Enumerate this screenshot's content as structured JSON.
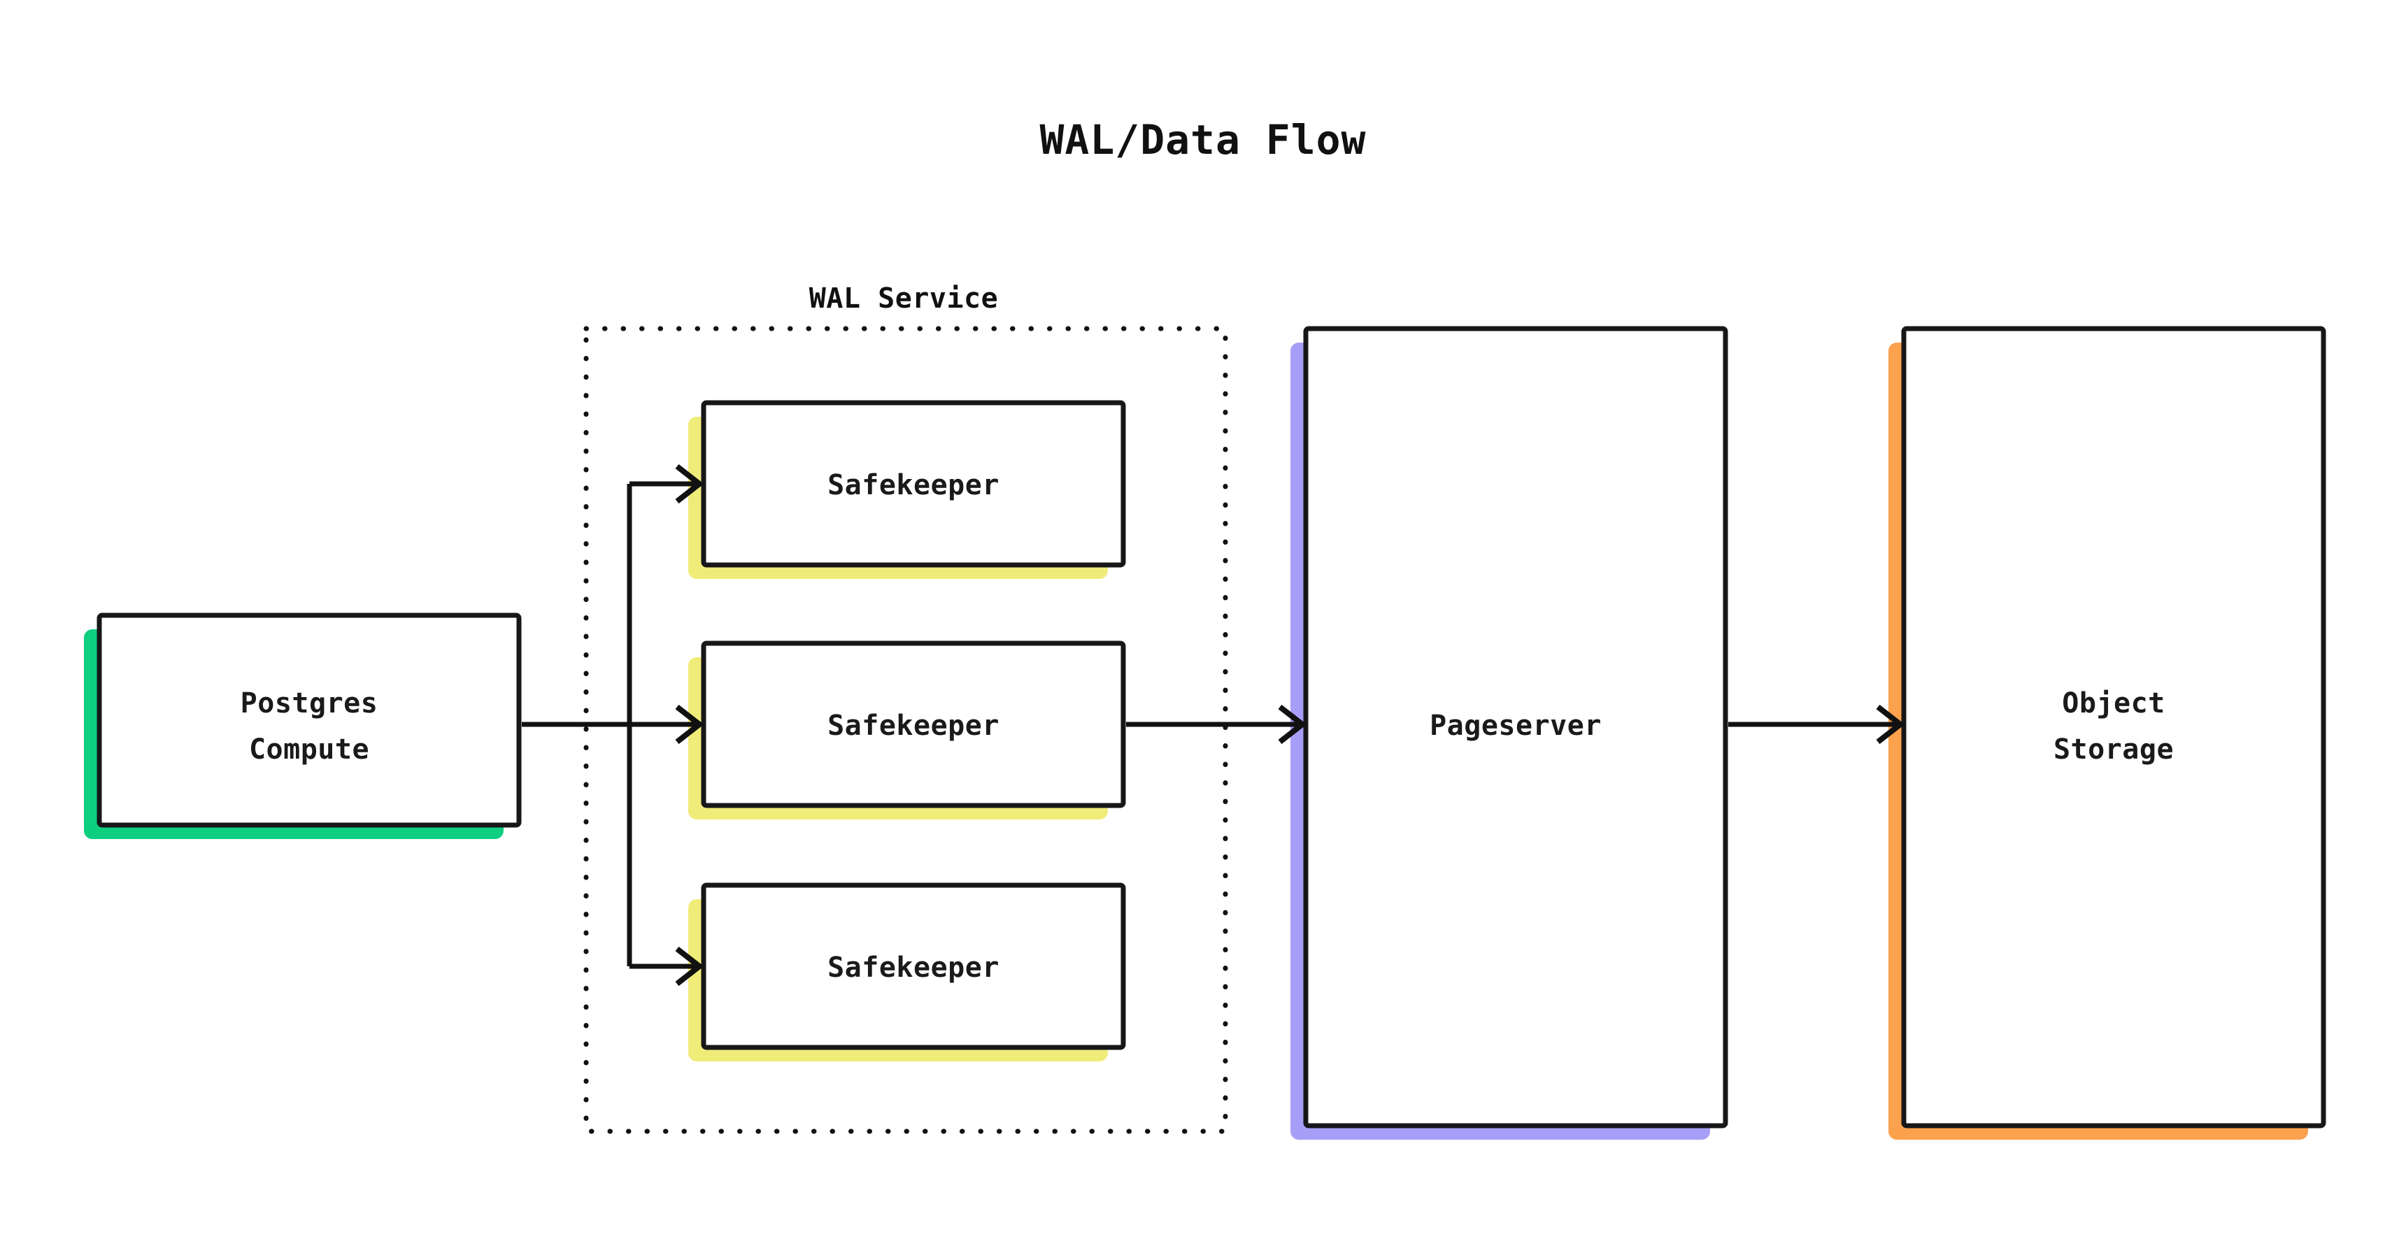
{
  "title": "WAL/Data Flow",
  "groups": [
    {
      "id": "wal-service",
      "label": "WAL Service"
    }
  ],
  "nodes": [
    {
      "id": "postgres-compute",
      "label_line1": "Postgres",
      "label_line2": "Compute",
      "shadow_color": "#0ECE80"
    },
    {
      "id": "safekeeper-1",
      "label_line1": "Safekeeper",
      "label_line2": "",
      "shadow_color": "#F0EC79"
    },
    {
      "id": "safekeeper-2",
      "label_line1": "Safekeeper",
      "label_line2": "",
      "shadow_color": "#F0EC79"
    },
    {
      "id": "safekeeper-3",
      "label_line1": "Safekeeper",
      "label_line2": "",
      "shadow_color": "#F0EC79"
    },
    {
      "id": "pageserver",
      "label_line1": "Pageserver",
      "label_line2": "",
      "shadow_color": "#A79EF7"
    },
    {
      "id": "object-storage",
      "label_line1": "Object",
      "label_line2": "Storage",
      "shadow_color": "#FCA14E"
    }
  ],
  "colors": {
    "background": "#ffffff",
    "stroke": "#111111",
    "box_fill": "#ffffff",
    "green": "#0ECE80",
    "yellow": "#F0EC79",
    "purple": "#A79EF7",
    "orange": "#FCA14E"
  },
  "edges": [
    {
      "id": "postgres-to-safekeepers",
      "from": "postgres-compute",
      "to": "safekeeper-1,safekeeper-2,safekeeper-3"
    },
    {
      "id": "safekeeper-to-pageserver",
      "from": "safekeeper-2",
      "to": "pageserver"
    },
    {
      "id": "pageserver-to-object-storage",
      "from": "pageserver",
      "to": "object-storage"
    }
  ]
}
